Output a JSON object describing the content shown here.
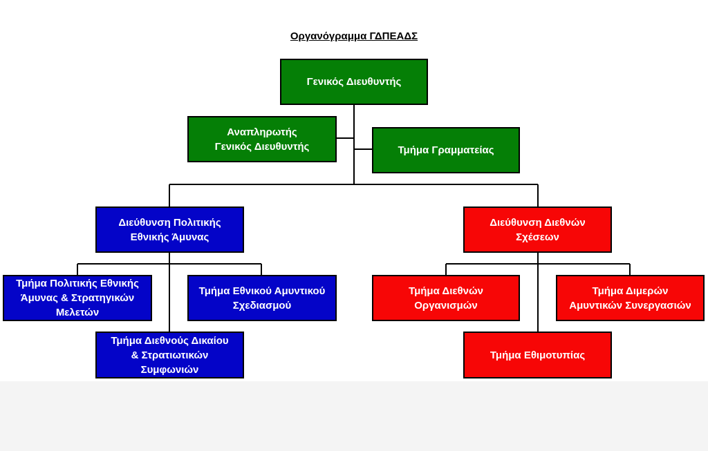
{
  "chart_title": "Οργανόγραμμα ΓΔΠΕΑΔΣ",
  "colors": {
    "leadership": "#057f06",
    "policy": "#0404c8",
    "relations": "#f70606"
  },
  "nodes": {
    "general_director": "Γενικός Διευθυντής",
    "deputy_general_director": "Αναπληρωτής\nΓενικός Διευθυντής",
    "secretariat": "Τμήμα Γραμματείας",
    "defense_policy_directorate": "Διεύθυνση Πολιτικής\nΕθνικής Άμυνας",
    "international_relations_directorate": "Διεύθυνση Διεθνών\nΣχέσεων",
    "defense_policy_studies_dept": "Τμήμα Πολιτικής Εθνικής\nΆμυνας & Στρατηγικών\nΜελετών",
    "national_defense_planning_dept": "Τμήμα Εθνικού Αμυντικού\nΣχεδιασμού",
    "international_law_dept": "Τμήμα Διεθνούς Δικαίου\n& Στρατιωτικών\nΣυμφωνιών",
    "international_organizations_dept": "Τμήμα Διεθνών\nΟργανισμών",
    "bilateral_cooperation_dept": "Τμήμα Διμερών\nΑμυντικών Συνεργασιών",
    "protocol_dept": "Τμήμα Εθιμοτυπίας"
  }
}
